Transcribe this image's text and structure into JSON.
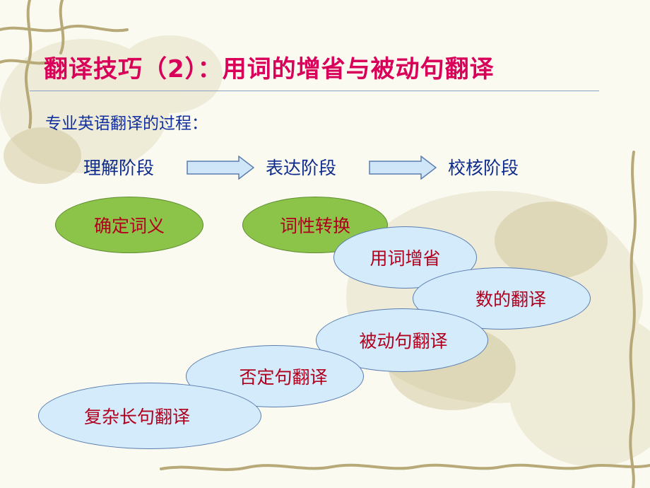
{
  "slide": {
    "title": "翻译技巧（2）：用词的增省与被动句翻译",
    "subtitle": "专业英语翻译的过程：",
    "stages": [
      "理解阶段",
      "表达阶段",
      "校核阶段"
    ],
    "nodes": [
      "确定词义",
      "词性转换",
      "用词增省",
      "数的翻译",
      "被动句翻译",
      "否定句翻译",
      "复杂长句翻译"
    ]
  },
  "colors": {
    "title": "#d9005a",
    "text_blue": "#0d2c8c",
    "node_text": "#b0001e",
    "green_fill": "#8cc44a",
    "blue_fill": "#d4ebfb",
    "arrow_fill": "#cfe6f8"
  }
}
